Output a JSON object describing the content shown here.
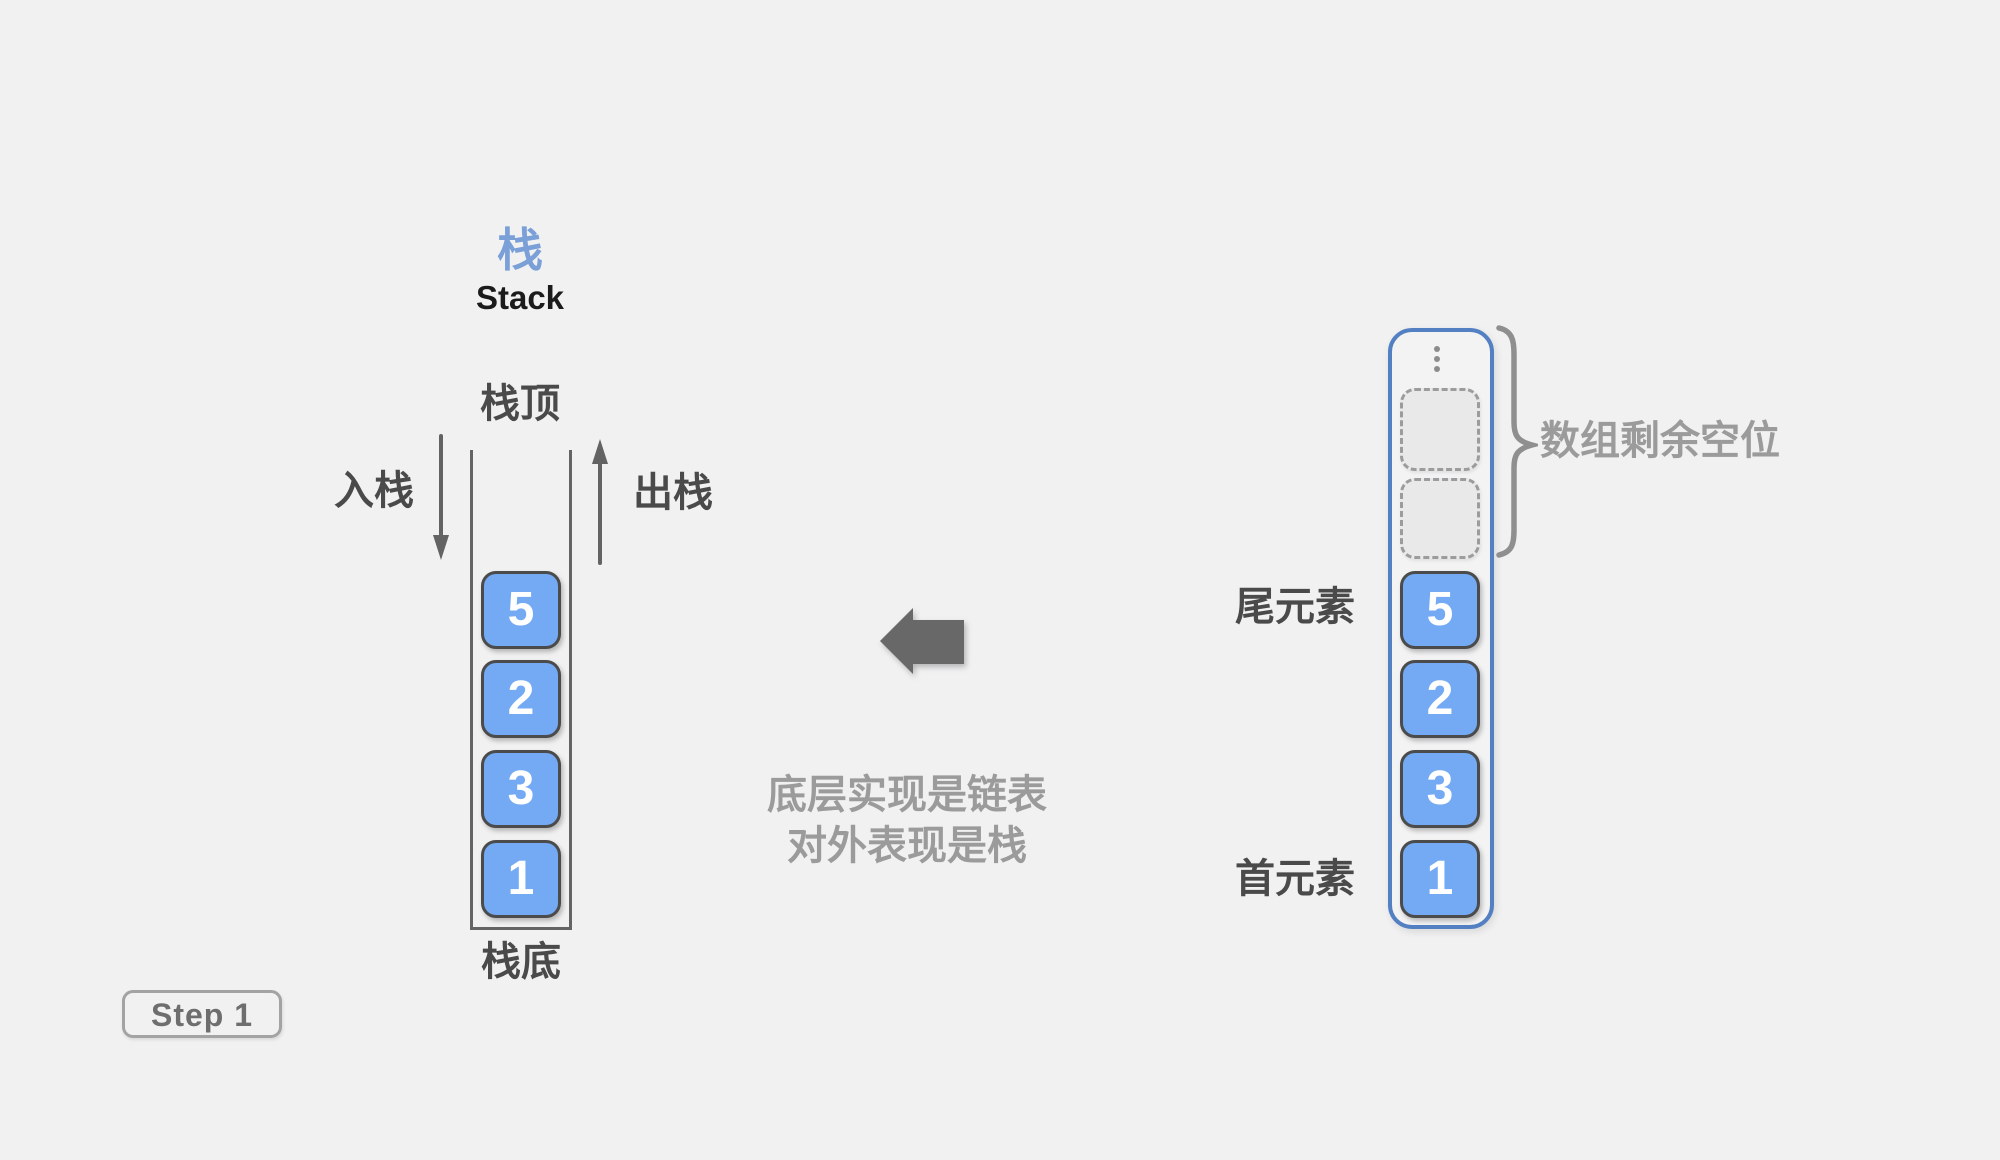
{
  "title": {
    "zh": "栈",
    "en": "Stack"
  },
  "left_stack": {
    "top_label": "栈顶",
    "bottom_label": "栈底",
    "push_label": "入栈",
    "pop_label": "出栈",
    "elements": [
      "5",
      "2",
      "3",
      "1"
    ]
  },
  "center_note": {
    "line1": "底层实现是链表",
    "line2": "对外表现是栈"
  },
  "right_array": {
    "tail_label": "尾元素",
    "head_label": "首元素",
    "free_space_label": "数组剩余空位",
    "empty_slot_count": 2,
    "elements": [
      "5",
      "2",
      "3",
      "1"
    ]
  },
  "step_badge": {
    "label": "Step 1"
  },
  "icons": {
    "push": "arrow-down",
    "pop": "arrow-up",
    "transform": "block-arrow-left",
    "free_space": "curly-brace-right",
    "more_slots": "vertical-ellipsis"
  },
  "colors": {
    "background": "#f1f1f2",
    "element_fill": "#73aaf3",
    "element_border": "#4b4b4b",
    "array_border": "#5380c2",
    "title_accent": "#7ba0d8",
    "dark_text": "#4a4a4a",
    "muted_text": "#9b9b9b",
    "arrow": "#636363"
  }
}
